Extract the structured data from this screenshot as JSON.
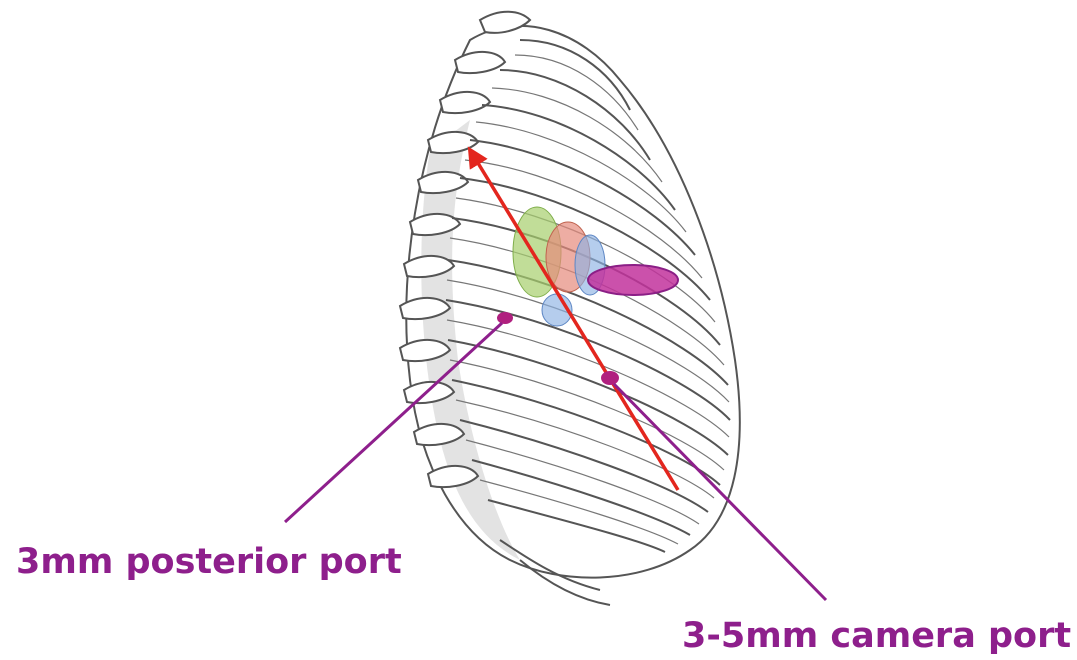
{
  "labels": {
    "posterior_port": "3mm posterior port",
    "camera_port": "3-5mm camera port"
  },
  "colors": {
    "label": "#8e1f8c",
    "port_marker": "#b0207f",
    "arrow": "#e3261e",
    "rib_outline": "#555555",
    "rib_fill": "#ffffff",
    "shade": "#c9c9c9",
    "green_ellipse": "#a6cf6c",
    "red_ellipse": "#e58a7c",
    "blue_ellipse": "#8eb2e3",
    "magenta_ellipse": "#c2329c"
  },
  "icons": [
    "rib-cage-illustration",
    "port-marker",
    "trajectory-arrow"
  ]
}
